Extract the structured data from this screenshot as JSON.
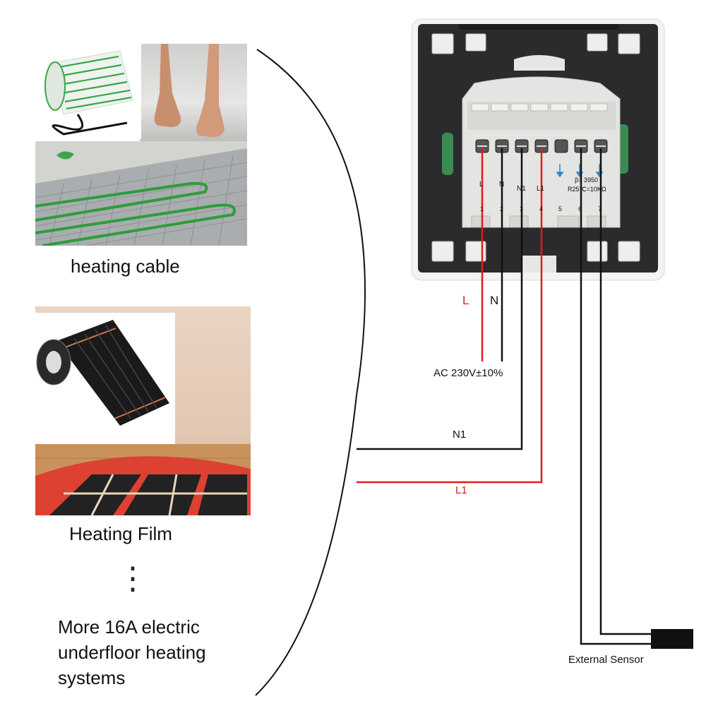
{
  "left_panel": {
    "heating_cable_caption": "heating cable",
    "heating_film_caption": "Heating Film",
    "more_systems_caption": "More 16A electric underfloor heating systems",
    "ellipsis": "⋮"
  },
  "wire_labels": {
    "live": "L",
    "neutral": "N",
    "supply": "AC 230V±10%",
    "load_neutral": "N1",
    "load_live": "L1",
    "sensor": "External Sensor"
  },
  "terminal_labels": {
    "t1_top": "L",
    "t2_top": "N",
    "t3_top": "N1",
    "t4_top": "L1",
    "numbers": [
      "1",
      "2",
      "3",
      "4",
      "5",
      "6",
      "7"
    ],
    "ntc_beta": "β= 3950",
    "ntc_r25": "R25℃=10KΩ"
  },
  "colors": {
    "live_wire": "#e31b1b",
    "neutral_wire": "#111111",
    "device_body": "#2b2b2d",
    "terminal_block": "#e4e4e2",
    "accent_arrow": "#2a8ad8"
  }
}
